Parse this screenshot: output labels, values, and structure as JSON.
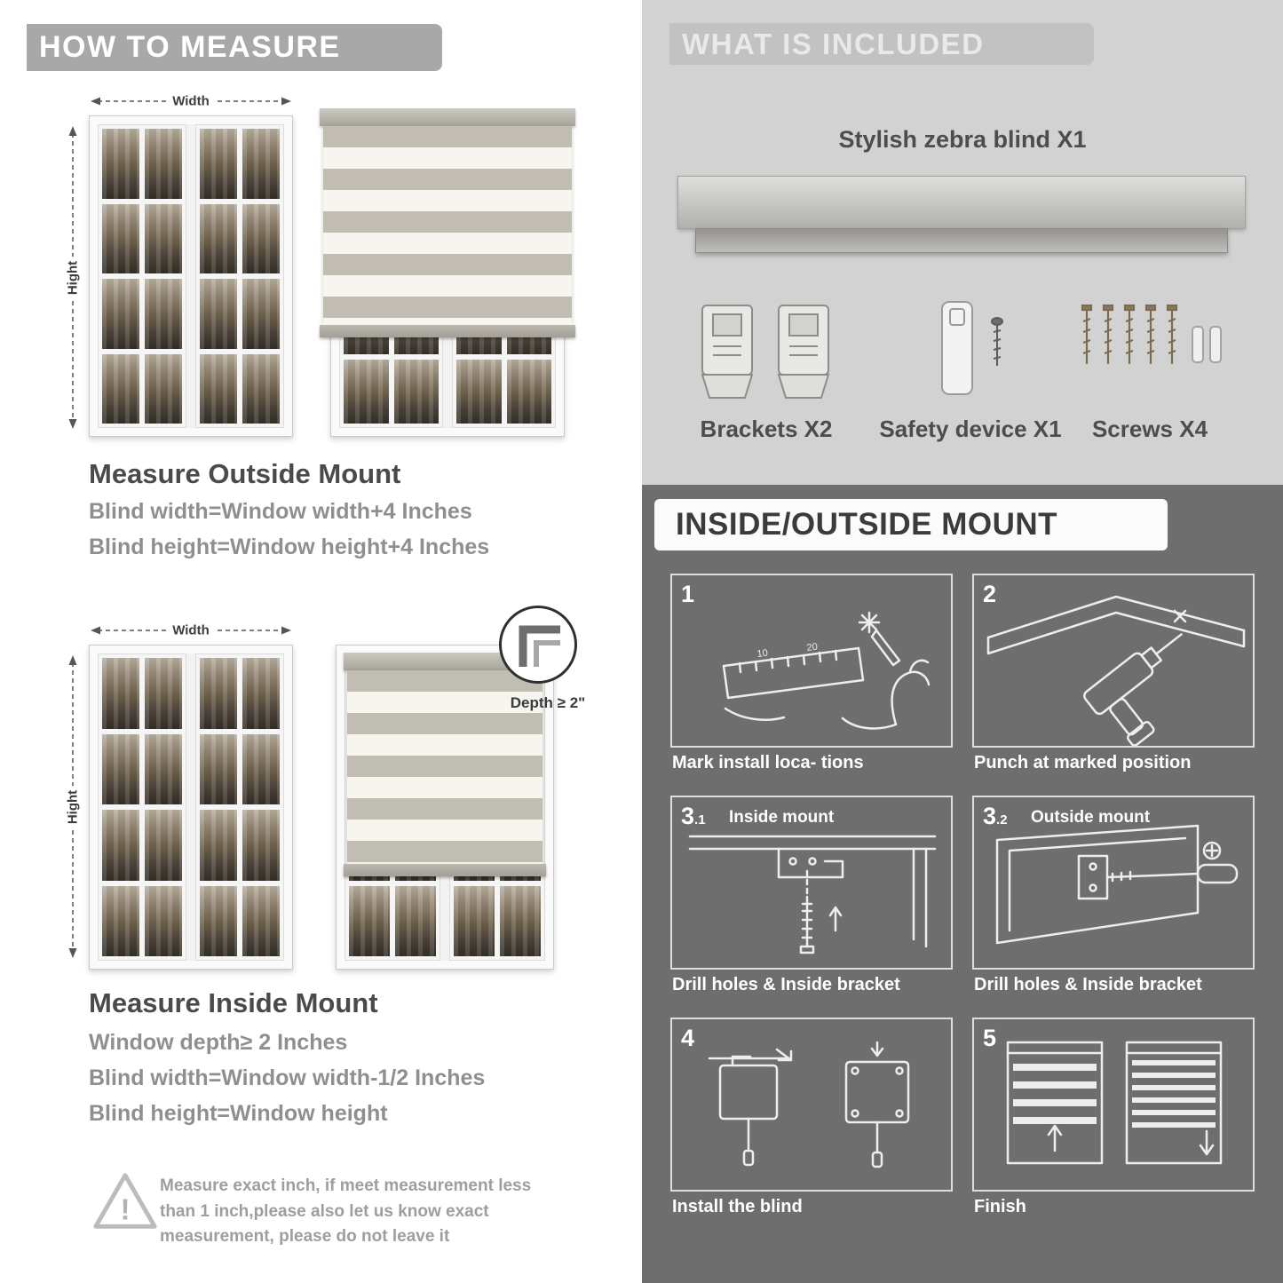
{
  "left": {
    "header": "HOW TO MEASURE",
    "outside": {
      "width_label": "Width",
      "height_label": "Hight",
      "title": "Measure Outside Mount",
      "line1": "Blind width=Window width+4 Inches",
      "line2": "Blind height=Window height+4 Inches"
    },
    "inside": {
      "width_label": "Width",
      "height_label": "Hight",
      "depth_callout": "Depth ≥ 2\"",
      "title": "Measure Inside Mount",
      "line1": "Window depth≥ 2 Inches",
      "line2": "Blind width=Window width-1/2 Inches",
      "line3": "Blind height=Window height"
    },
    "warning_text": "Measure exact inch, if meet measurement less than 1 inch,please also let us know exact measurement, please do not leave it"
  },
  "included": {
    "header": "WHAT IS INCLUDED",
    "product_label": "Stylish zebra blind X1",
    "items": [
      {
        "label": "Brackets X2"
      },
      {
        "label": "Safety device X1"
      },
      {
        "label": "Screws X4"
      }
    ]
  },
  "mount": {
    "header": "INSIDE/OUTSIDE MOUNT",
    "steps": [
      {
        "num": "1",
        "sub": "",
        "label": "",
        "caption": "Mark install loca- tions"
      },
      {
        "num": "2",
        "sub": "",
        "label": "",
        "caption": "Punch at  marked position"
      },
      {
        "num": "3",
        "sub": ".1",
        "label": "Inside mount",
        "caption": "Drill holes &  Inside bracket"
      },
      {
        "num": "3",
        "sub": ".2",
        "label": "Outside mount",
        "caption": "Drill holes &  Inside bracket"
      },
      {
        "num": "4",
        "sub": "",
        "label": "",
        "caption": "Install the blind"
      },
      {
        "num": "5",
        "sub": "",
        "label": "",
        "caption": "Finish"
      }
    ]
  }
}
